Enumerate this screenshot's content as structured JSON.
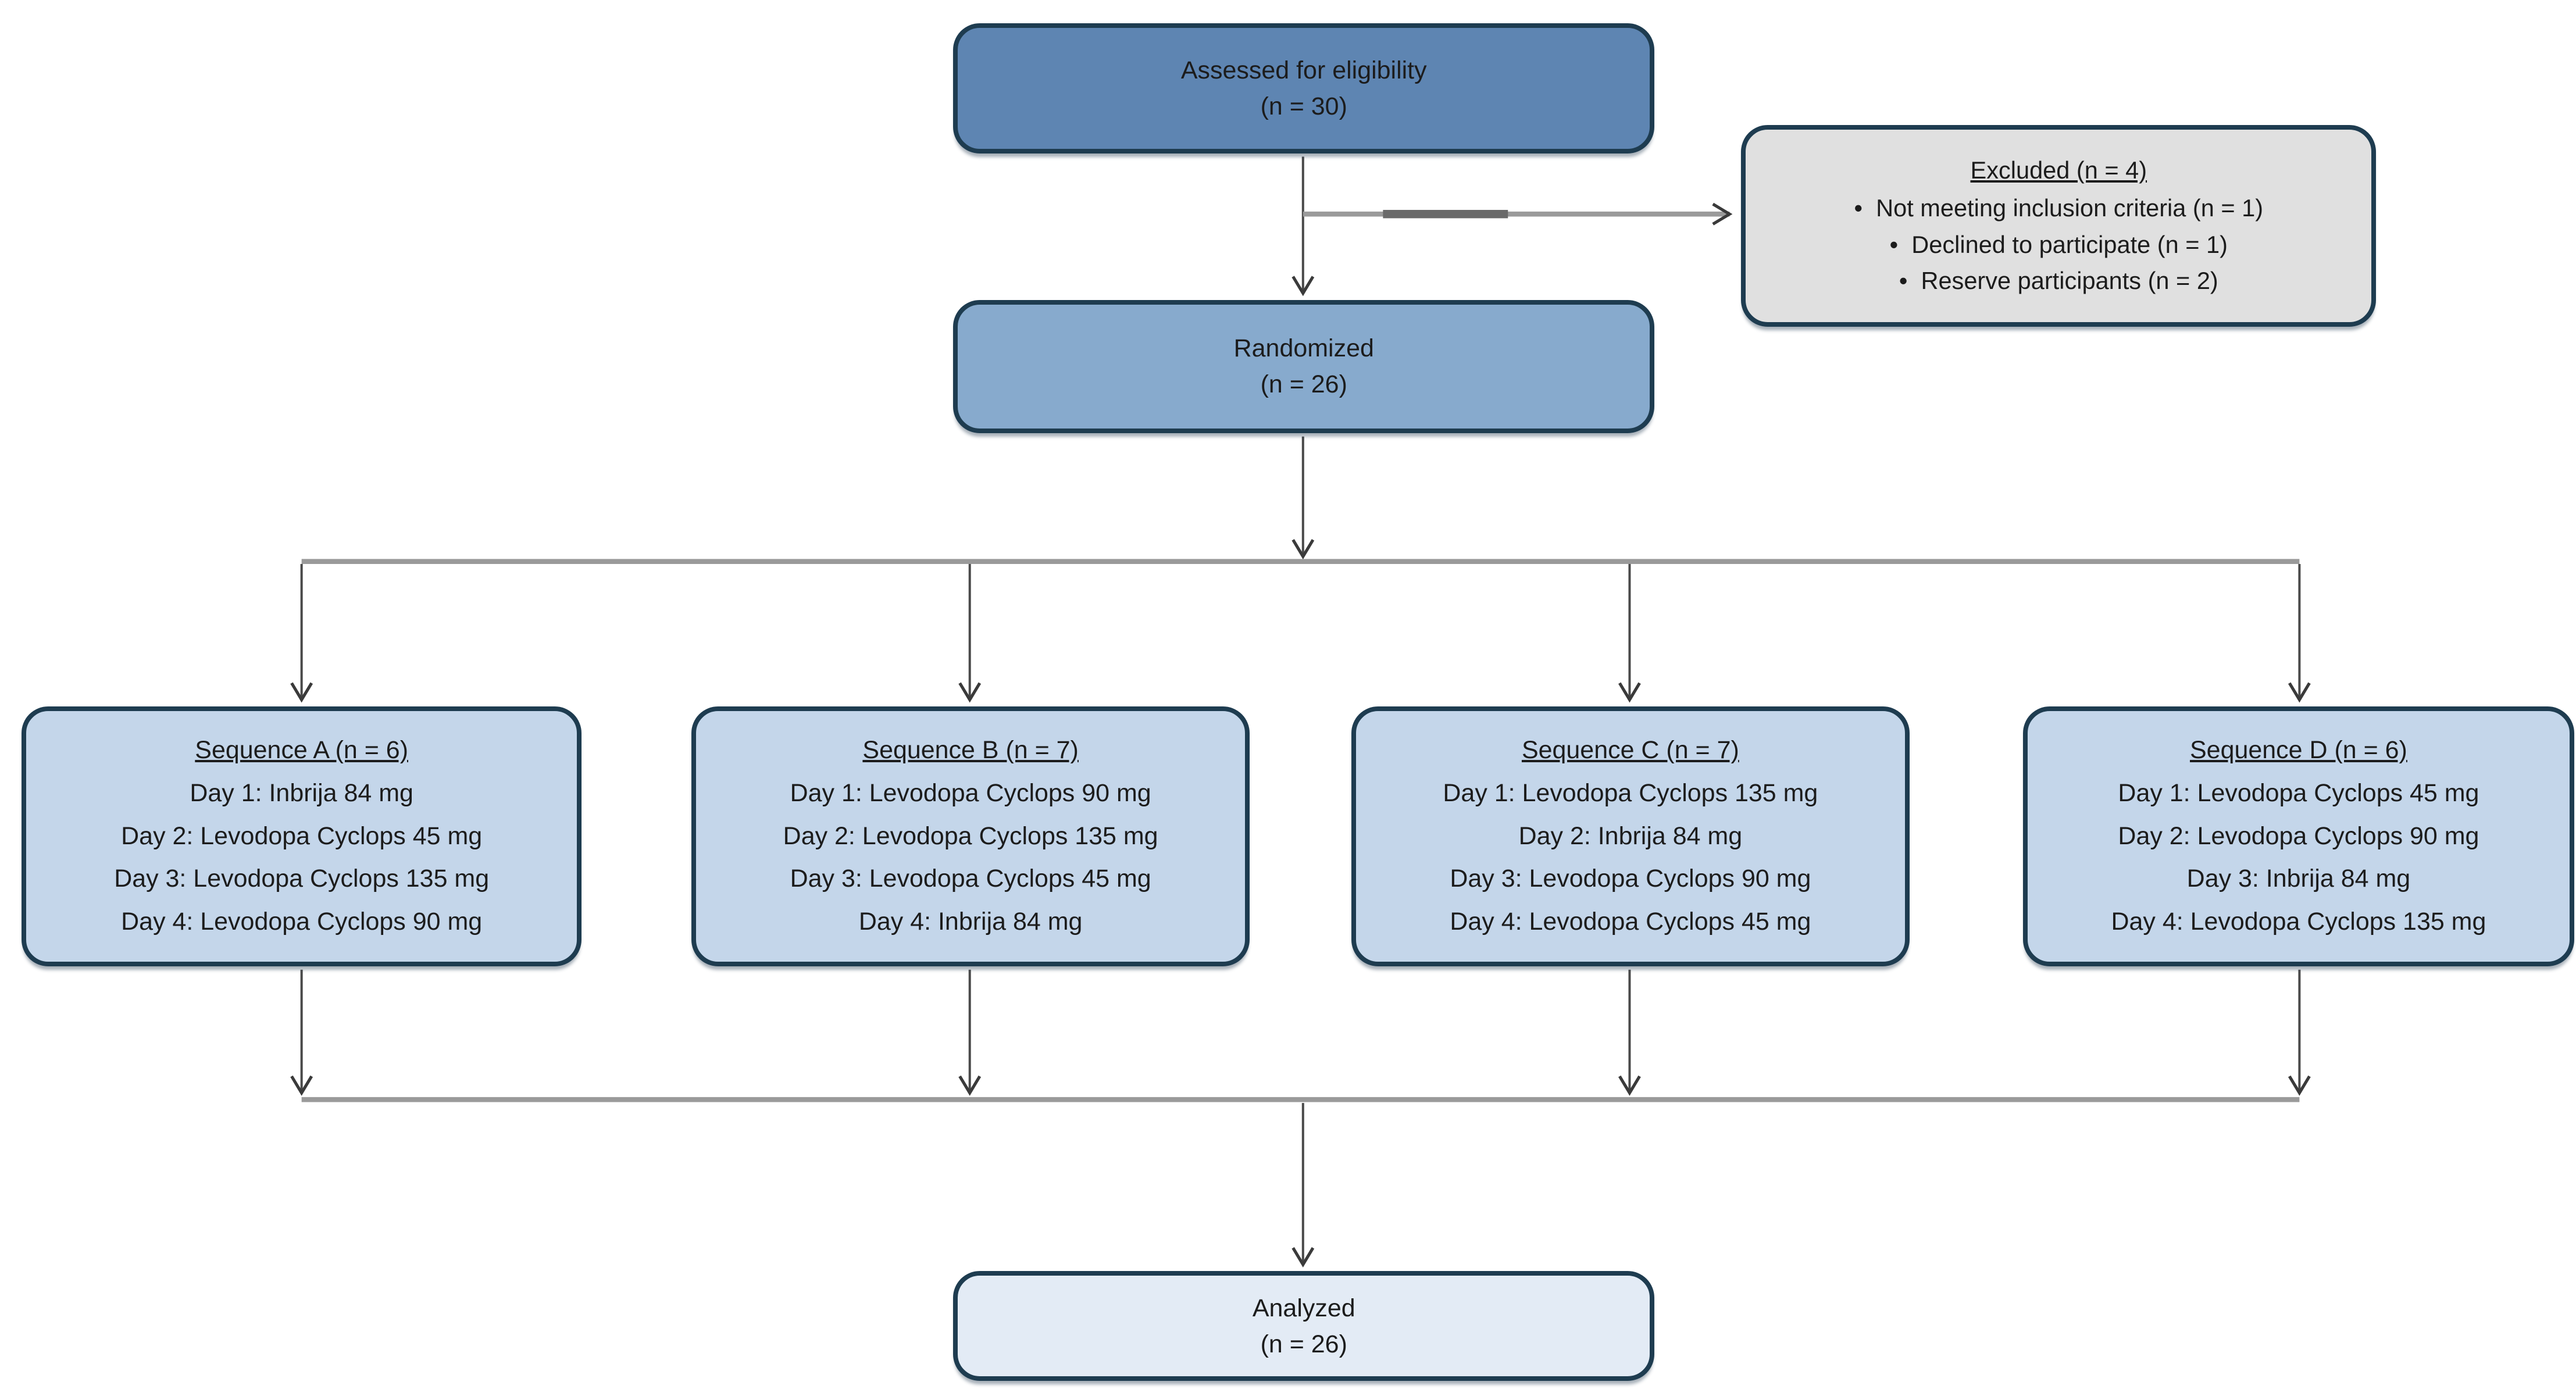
{
  "diagram": {
    "kind": "participant-flow-diagram",
    "colors": {
      "assessed_fill": "#5e85b2",
      "randomized_fill": "#87aacd",
      "sequence_fill": "#c4d6ea",
      "analyzed_fill": "#e3ebf5",
      "excluded_fill": "#e0e0e0",
      "box_border": "#1e3c50",
      "connector_gray": "#9a9a9a",
      "arrow_dark": "#3a3a3a"
    },
    "boxes": {
      "assessed": {
        "line1": "Assessed for eligibility",
        "line2": "(n = 30)"
      },
      "excluded": {
        "title": "Excluded (n = 4)",
        "items": [
          "Not meeting inclusion criteria (n = 1)",
          "Declined to participate (n = 1)",
          "Reserve participants (n = 2)"
        ]
      },
      "randomized": {
        "line1": "Randomized",
        "line2": "(n = 26)"
      },
      "sequences": [
        {
          "title": "Sequence A (n = 6)",
          "lines": [
            "Day 1: Inbrija 84 mg",
            "Day 2: Levodopa Cyclops 45 mg",
            "Day 3: Levodopa Cyclops 135 mg",
            "Day 4: Levodopa Cyclops 90 mg"
          ]
        },
        {
          "title": "Sequence B (n = 7)",
          "lines": [
            "Day 1: Levodopa Cyclops 90 mg",
            "Day 2: Levodopa Cyclops 135 mg",
            "Day 3: Levodopa Cyclops 45 mg",
            "Day 4: Inbrija 84 mg"
          ]
        },
        {
          "title": "Sequence C (n = 7)",
          "lines": [
            "Day 1: Levodopa Cyclops 135 mg",
            "Day 2: Inbrija 84 mg",
            "Day 3: Levodopa Cyclops 90 mg",
            "Day 4: Levodopa Cyclops 45 mg"
          ]
        },
        {
          "title": "Sequence D (n = 6)",
          "lines": [
            "Day 1: Levodopa Cyclops 45 mg",
            "Day 2: Levodopa Cyclops 90 mg",
            "Day 3: Inbrija 84 mg",
            "Day 4: Levodopa Cyclops 135 mg"
          ]
        }
      ],
      "analyzed": {
        "line1": "Analyzed",
        "line2": "(n = 26)"
      }
    }
  }
}
